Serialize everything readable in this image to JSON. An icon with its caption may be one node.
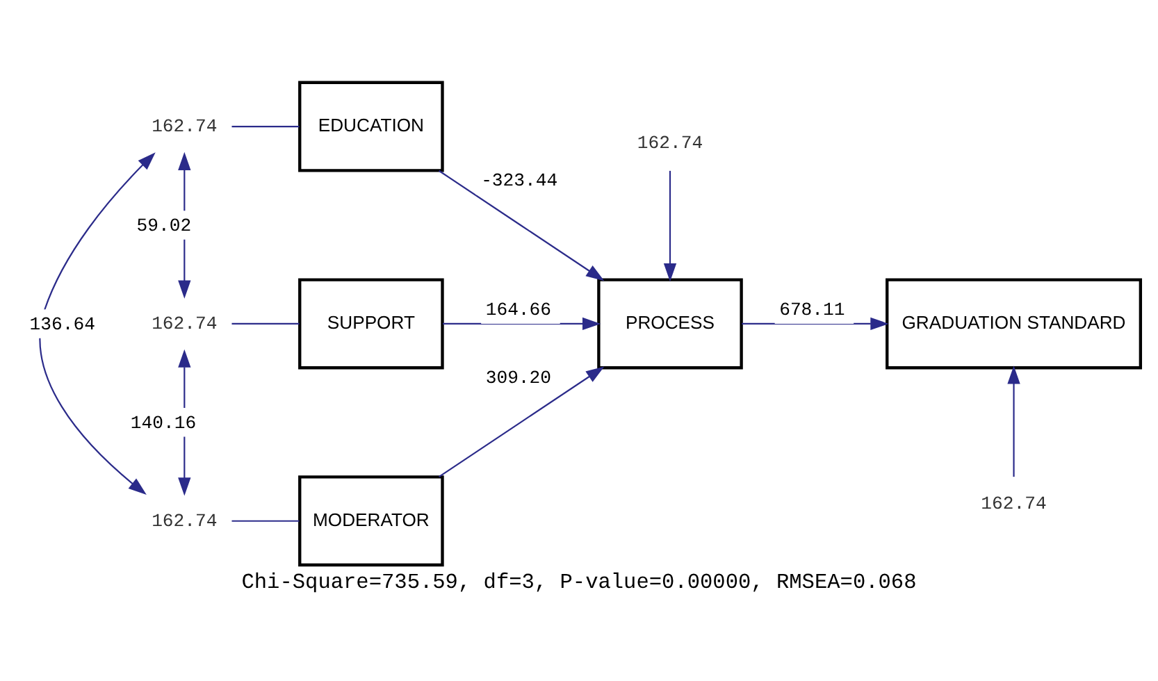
{
  "diagram": {
    "caption": "Chi-Square=735.59, df=3, P-value=0.00000, RMSEA=0.068",
    "nodes": [
      {
        "text": [
          "EDUCATION"
        ]
      },
      {
        "text": [
          "SUPPORT"
        ]
      },
      {
        "text": [
          "MODERATOR"
        ]
      },
      {
        "text": [
          "PROCESS"
        ]
      },
      {
        "text": [
          "GRADUATION STANDARD"
        ]
      },
      {
        "text": [
          "162.74"
        ]
      },
      {
        "text": [
          "162.74"
        ]
      },
      {
        "text": [
          "162.74"
        ]
      },
      {
        "text": [
          "162.74"
        ]
      },
      {
        "text": [
          "162.74"
        ]
      }
    ],
    "edges": [
      {
        "from": 5,
        "to": 0,
        "arrow": "none"
      },
      {
        "from": 6,
        "to": 1,
        "arrow": "none"
      },
      {
        "from": 7,
        "to": 2,
        "arrow": "none"
      },
      {
        "from": 5,
        "to": 6,
        "label": "59.02",
        "arrow": "both"
      },
      {
        "from": 6,
        "to": 7,
        "label": "140.16",
        "arrow": "both"
      },
      {
        "from": 5,
        "to": 7,
        "label": "136.64",
        "arrow": "both"
      },
      {
        "from": 0,
        "to": 3,
        "label": "-323.44",
        "arrow": "to"
      },
      {
        "from": 1,
        "to": 3,
        "label": "164.66",
        "arrow": "to"
      },
      {
        "from": 2,
        "to": 3,
        "label": "309.20",
        "arrow": "to"
      },
      {
        "from": 8,
        "to": 3,
        "arrow": "to"
      },
      {
        "from": 3,
        "to": 4,
        "label": "678.11",
        "arrow": "to"
      },
      {
        "from": 9,
        "to": 4,
        "arrow": "to"
      }
    ]
  }
}
